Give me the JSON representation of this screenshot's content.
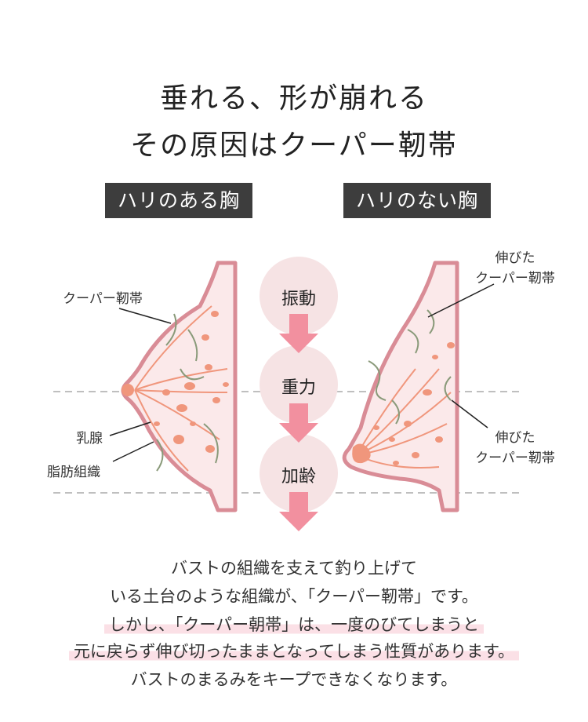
{
  "heading": {
    "line1": "垂れる、形が崩れる",
    "line2": "その原因はクーパー靭帯"
  },
  "left_panel": {
    "badge": "ハリのある胸",
    "labels": {
      "cooper": "クーパー靭帯",
      "mammary": "乳腺",
      "fat": "脂肪組織"
    }
  },
  "right_panel": {
    "badge": "ハリのない胸",
    "label_top": {
      "line1": "伸びた",
      "line2": "クーパー靭帯"
    },
    "label_bottom": {
      "line1": "伸びた",
      "line2": "クーパー靭帯"
    }
  },
  "causes": [
    "振動",
    "重力",
    "加齢"
  ],
  "paragraph": {
    "line1": "バストの組織を支えて釣り上げて",
    "line2": "いる土台のような組織が、「クーパー靭帯」です。",
    "line3": "しかし、「クーパー朝帯」は、一度のびてしまうと",
    "line4": "元に戻らず伸び切ったままとなってしまう性質があります。",
    "line5": "バストのまるみをキープできなくなります。"
  },
  "colors": {
    "badge_bg": "#3d3d3d",
    "breast_outline": "#d98c96",
    "breast_fill": "#fbe9ea",
    "gland": "#f0967c",
    "ligament": "#8a9a7a",
    "circle_fill": "#f6e3e4",
    "arrow": "#f2909f",
    "highlight": "#fbe0e6"
  }
}
